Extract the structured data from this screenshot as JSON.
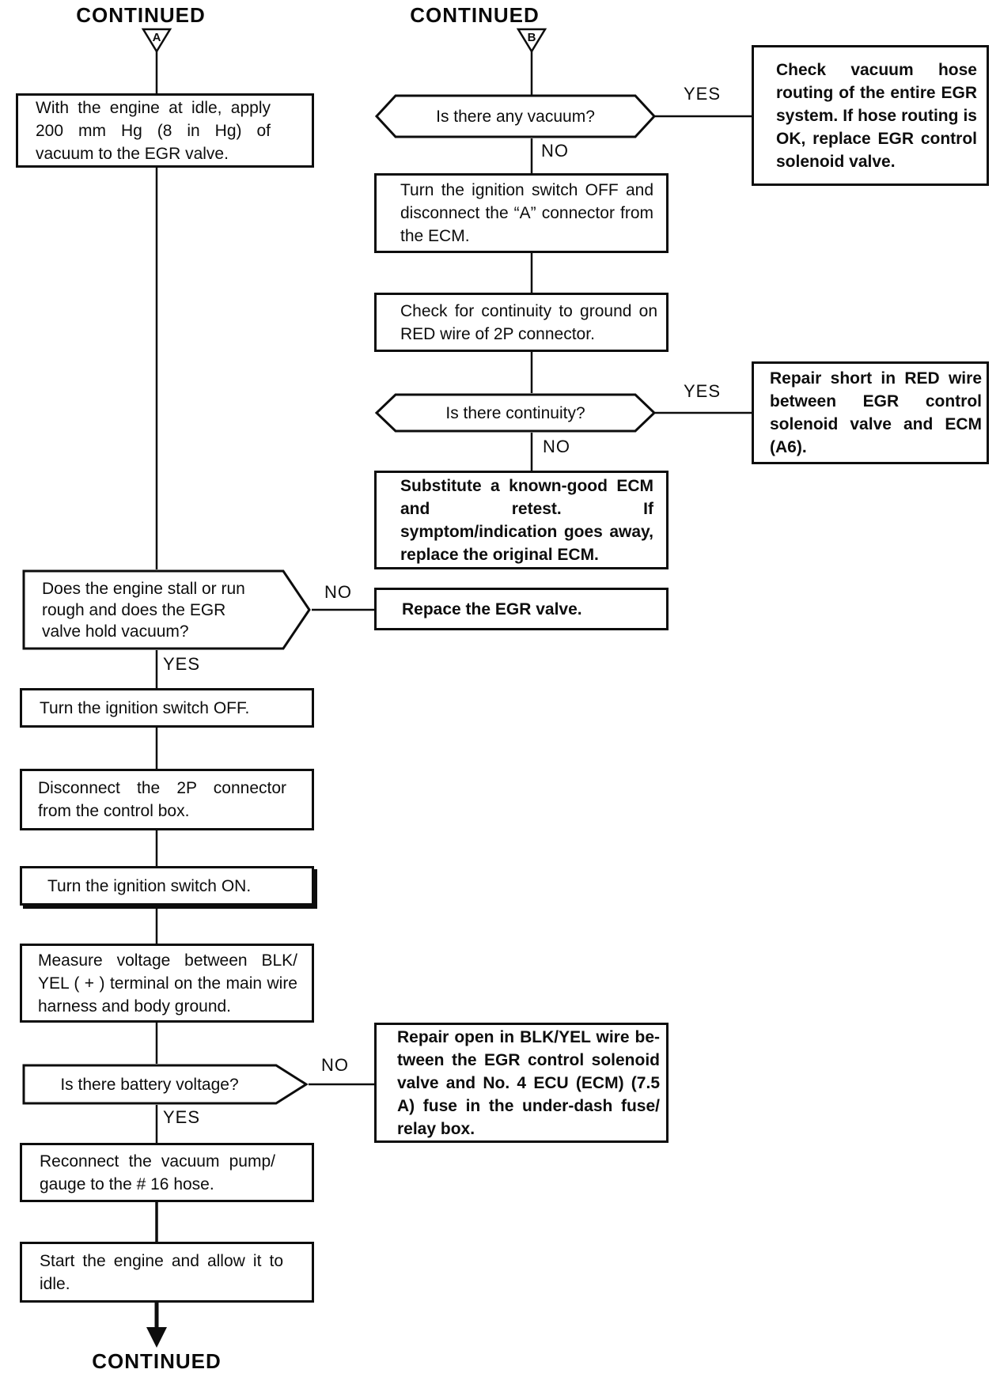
{
  "page": {
    "background_color": "#ffffff",
    "ink_color": "#0d0d0d",
    "description": "EGR system troubleshooting flowchart page (service manual scan)"
  },
  "labels": {
    "continued": "CONTINUED",
    "yes": "YES",
    "no": "NO",
    "connector_a": "A",
    "connector_b": "B"
  },
  "nodes": {
    "apply_vacuum": "With the engine at idle, apply 200 mm Hg (8 in Hg) of vacuum to the EGR valve.",
    "engine_stall_q": "Does the engine stall or run rough and does the EGR valve hold vacuum?",
    "ignition_off": "Turn the ignition switch OFF.",
    "disconnect_2p": "Disconnect the 2P connector from the control box.",
    "ignition_on": "Turn the ignition switch ON.",
    "measure_voltage": "Measure voltage between BLK/​YEL ( + ) terminal on the main wire harness and body ground.",
    "battery_voltage_q": "Is there battery voltage?",
    "reconnect_pump": "Reconnect the vacuum pump/​gauge to the # 16 hose.",
    "start_engine": "Start the engine and allow it to idle.",
    "any_vacuum_q": "Is there any vacuum?",
    "ignition_off_disconnect_a": "Turn the ignition switch OFF and disconnect the “A” connector from the ECM.",
    "check_continuity": "Check for continuity to ground on RED wire of 2P connector.",
    "continuity_q": "Is there continuity?",
    "substitute_ecm": "Substitute a known-good ECM and retest. If symptom/indication goes away, replace the original ECM.",
    "replace_egr_valve": "Repace the EGR valve.",
    "check_hose_routing": "Check vacuum hose routing of the entire EGR system. If hose routing is OK, replace EGR control solenoid valve.",
    "repair_short": "Repair short in RED wire between EGR control solenoid valve and ECM (A6).",
    "repair_open": "Repair open in BLK/​YEL wire be­tween the EGR control solenoid valve and No. 4 ECU (ECM) (7.5 A) fuse in the under-dash fuse/​re­lay box."
  }
}
